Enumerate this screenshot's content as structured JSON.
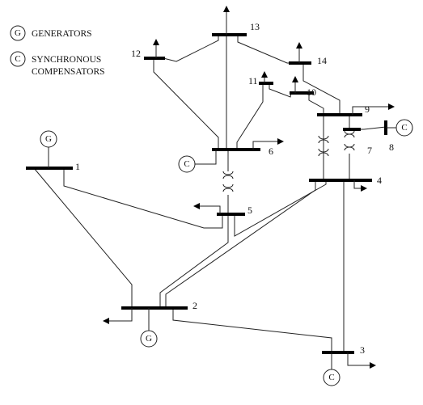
{
  "legend": {
    "generator_symbol": "G",
    "generator_label": "GENERATORS",
    "compensator_symbol": "C",
    "compensator_label_line1": "SYNCHRONOUS",
    "compensator_label_line2": "COMPENSATORS"
  },
  "buses": {
    "b1": "1",
    "b2": "2",
    "b3": "3",
    "b4": "4",
    "b5": "5",
    "b6": "6",
    "b7": "7",
    "b8": "8",
    "b9": "9",
    "b10": "10",
    "b11": "11",
    "b12": "12",
    "b13": "13",
    "b14": "14"
  },
  "machines": {
    "gen_bus1": "G",
    "gen_bus2": "G",
    "comp_bus3": "C",
    "comp_bus6": "C",
    "comp_bus8": "C"
  }
}
